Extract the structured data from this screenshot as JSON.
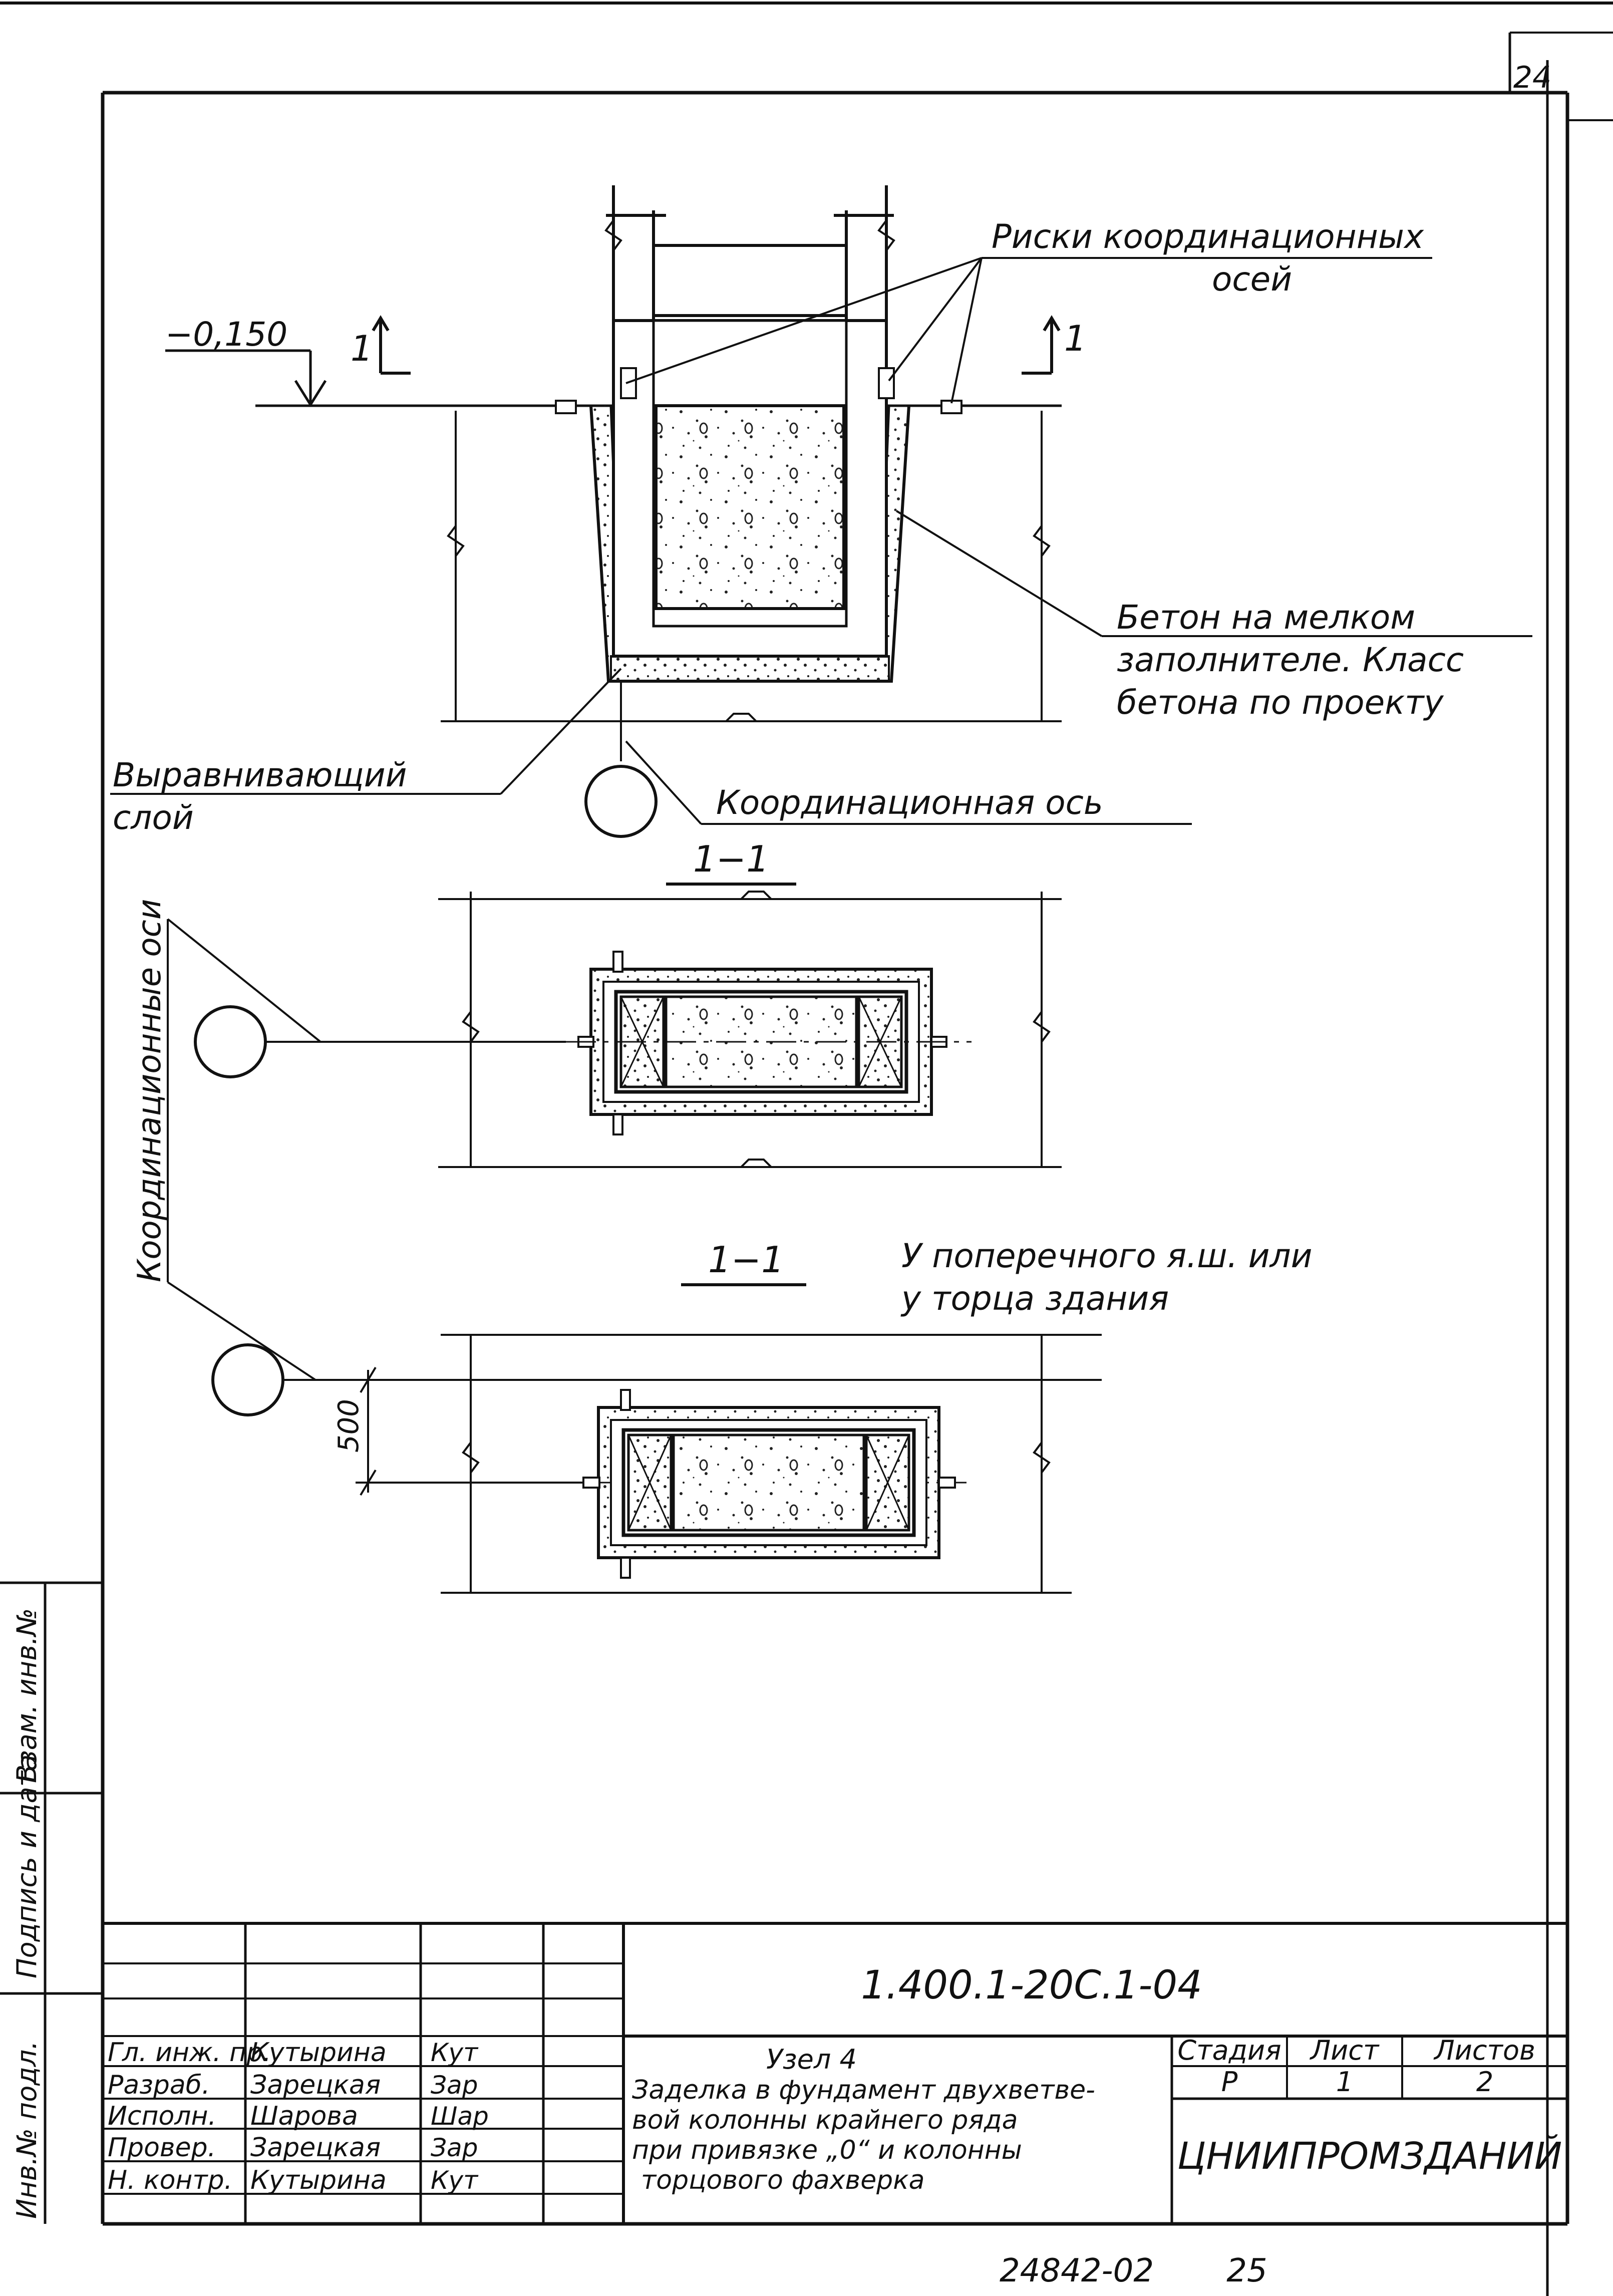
{
  "sheet": {
    "page_number": "24",
    "footer_code": "24842-02",
    "footer_page": "25"
  },
  "drawing": {
    "level_mark": "−0,150",
    "section_mark": "1",
    "callout_risks": [
      "Риски координационных",
      "осей"
    ],
    "callout_concrete": [
      "Бетон на мелком",
      "заполнителе. Класс",
      "бетона по проекту"
    ],
    "callout_leveling": [
      "Выравнивающий",
      "слой"
    ],
    "callout_axis": "Координационная ось",
    "callout_axes_vertical": "Координационные оси",
    "section_title_1": "1−1",
    "section_title_2": "1−1",
    "section_note": [
      "У поперечного я.ш. или",
      "у торца здания"
    ],
    "dimension_500": "500"
  },
  "side_stamp": [
    "Инв.№ подл.",
    "Подпись и дата",
    "Взам. инв.№"
  ],
  "title_block": {
    "doc_code": "1.400.1-20С.1-04",
    "signers": [
      {
        "role": "Гл. инж. пр.",
        "name": "Кутырина",
        "sign": "Кут"
      },
      {
        "role": "Разраб.",
        "name": "Зарецкая",
        "sign": "Зар"
      },
      {
        "role": "Исполн.",
        "name": "Шарова",
        "sign": "Шар"
      },
      {
        "role": "Провер.",
        "name": "Зарецкая",
        "sign": "Зар"
      },
      {
        "role": "Н. контр.",
        "name": "Кутырина",
        "sign": "Кут"
      }
    ],
    "title_lines": [
      "Узел 4",
      "Заделка в фундамент двухветве-",
      "вой колонны крайнего ряда",
      "при привязке „0“ и колонны",
      "торцового фахверка"
    ],
    "stage_header": "Стадия",
    "sheet_header": "Лист",
    "sheets_header": "Листов",
    "stage_value": "Р",
    "sheet_value": "1",
    "sheets_value": "2",
    "organization": "ЦНИИПРОМЗДАНИЙ"
  }
}
